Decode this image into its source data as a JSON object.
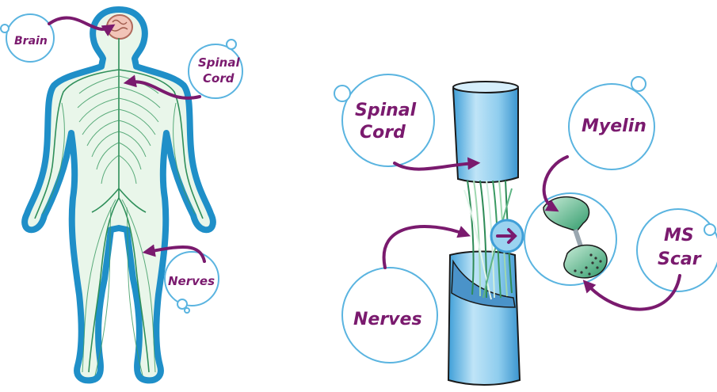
{
  "diagram": {
    "left": {
      "brain": "Brain",
      "spinal_cord_line1": "Spinal",
      "spinal_cord_line2": "Cord",
      "nerves": "Nerves"
    },
    "right": {
      "spinal_cord_line1": "Spinal",
      "spinal_cord_line2": "Cord",
      "myelin": "Myelin",
      "ms_scar_line1": "MS",
      "ms_scar_line2": "Scar",
      "nerves": "Nerves"
    },
    "colors": {
      "label": "#7a1a6e",
      "outline": "#1f8fc8",
      "callout_border": "#5ab4e0",
      "nerve": "#2f8f5a",
      "body_fill": "#e9f6ea",
      "spinal_tube": "#9cd2ef",
      "brain": "#f2c4b8"
    },
    "icons": [
      "brain-icon",
      "human-body-nervous-system",
      "spinal-cord-tube",
      "myelin-sheath",
      "ms-scar-lesion",
      "magnify-arrow-icon"
    ]
  }
}
